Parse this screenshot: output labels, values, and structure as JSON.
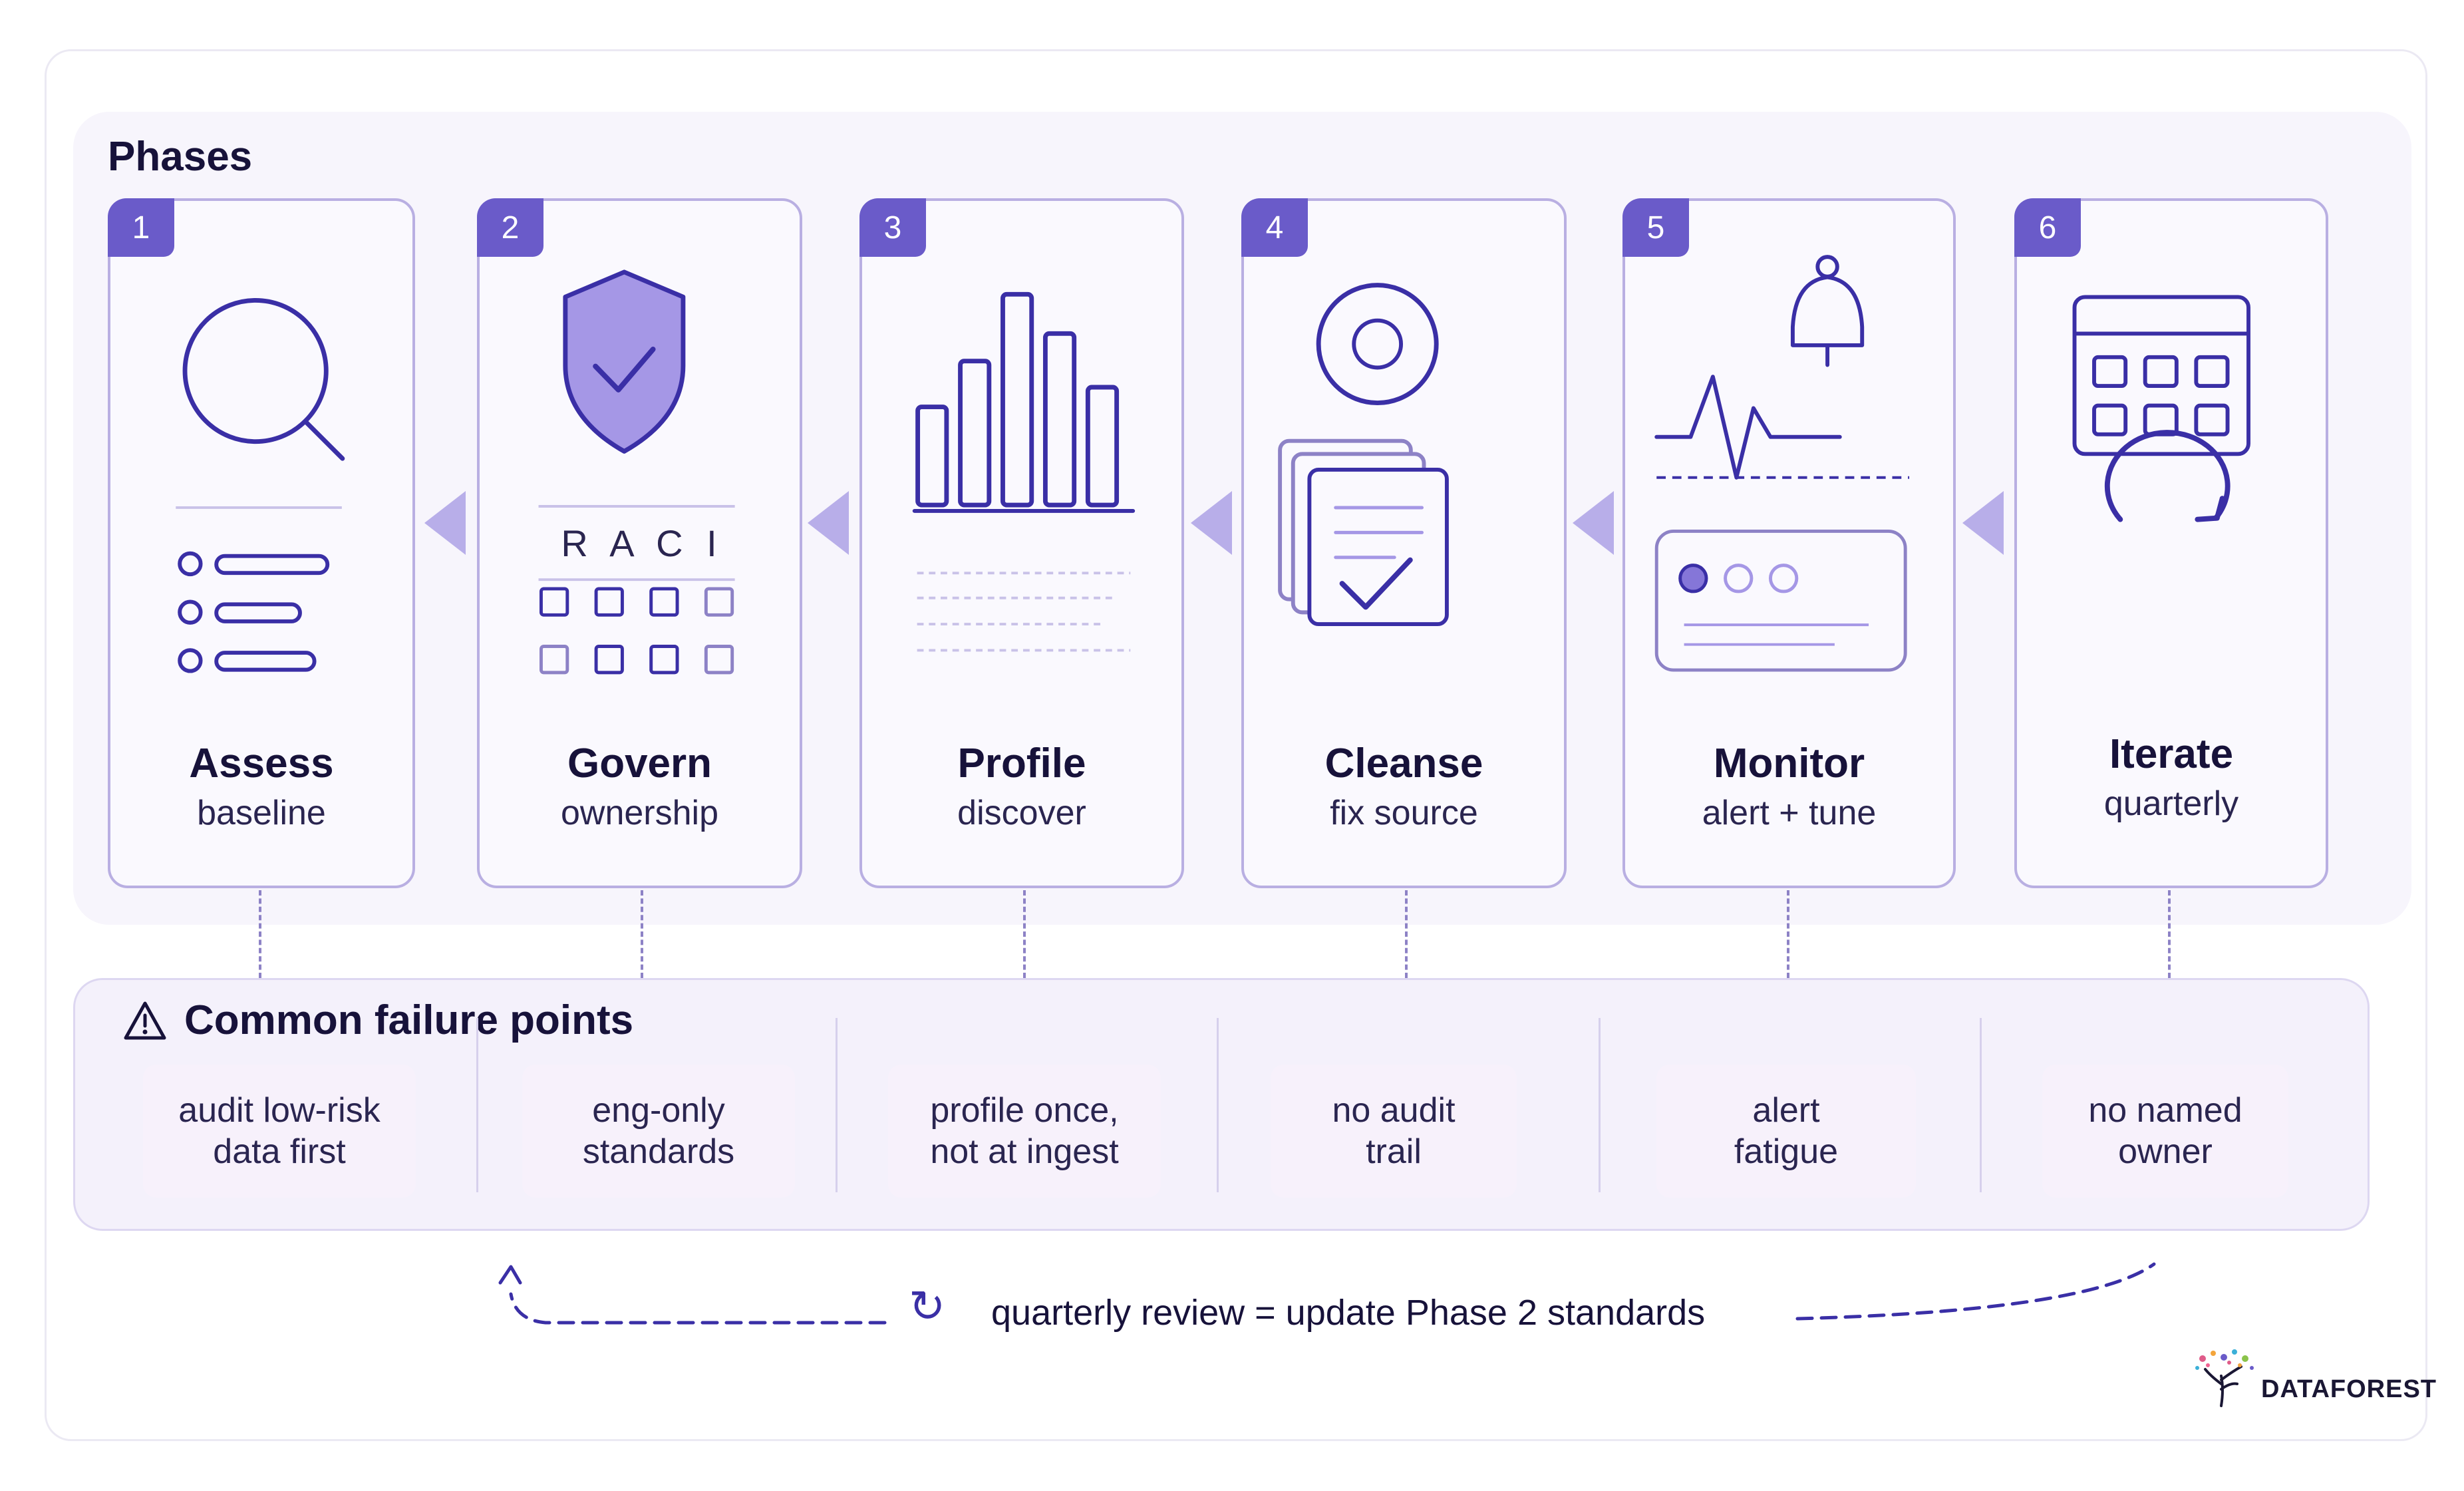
{
  "diagram": {
    "phases_title": "Phases",
    "phases": [
      {
        "number": "1",
        "title": "Assess",
        "subtitle": "baseline",
        "icon": "magnifier-checklist-icon"
      },
      {
        "number": "2",
        "title": "Govern",
        "subtitle": "ownership",
        "icon": "shield-raci-icon",
        "raci_label": "R A C I"
      },
      {
        "number": "3",
        "title": "Profile",
        "subtitle": "discover",
        "icon": "bar-chart-icon"
      },
      {
        "number": "4",
        "title": "Cleanse",
        "subtitle": "fix source",
        "icon": "target-documents-check-icon"
      },
      {
        "number": "5",
        "title": "Monitor",
        "subtitle": "alert + tune",
        "icon": "bell-pulse-dashboard-icon"
      },
      {
        "number": "6",
        "title": "Iterate",
        "subtitle": "quarterly",
        "icon": "calendar-cycle-icon"
      }
    ],
    "failure_title": "Common failure points",
    "failure_icon": "warning-triangle-icon",
    "failures": [
      {
        "line1": "audit low-risk",
        "line2": "data first"
      },
      {
        "line1": "eng-only",
        "line2": "standards"
      },
      {
        "line1": "profile once,",
        "line2": "not at ingest"
      },
      {
        "line1": "no audit",
        "line2": "trail"
      },
      {
        "line1": "alert",
        "line2": "fatigue"
      },
      {
        "line1": "no named",
        "line2": "owner"
      }
    ],
    "review_icon": "refresh-icon",
    "review_text": "quarterly review = update Phase 2 standards",
    "brand": "DATAFOREST"
  },
  "colors": {
    "accent": "#6a5bc9",
    "card_border": "#b9afe2",
    "arrow": "#b8aee9",
    "icon_stroke": "#3a2fa6",
    "text": "#17123a"
  }
}
